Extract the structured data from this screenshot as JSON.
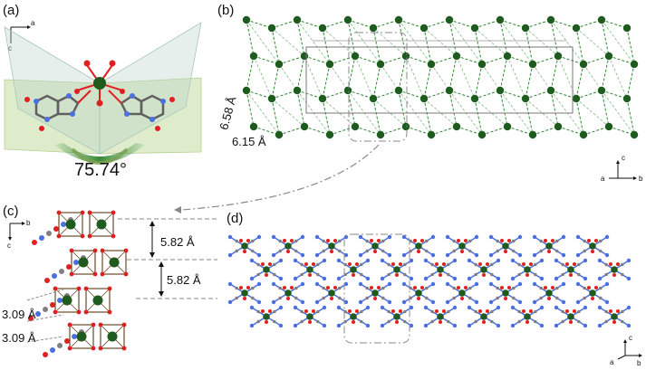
{
  "panels": {
    "a": {
      "label": "(a)",
      "axis_vertical": "c",
      "axis_horizontal": "a",
      "angle": "75.74°"
    },
    "b": {
      "label": "(b)",
      "dist_1": "6.58 Å",
      "dist_2": "6.15 Å",
      "axis_up": "c",
      "axis_left": "a",
      "axis_right": "b"
    },
    "c": {
      "label": "(c)",
      "axis_horizontal": "b",
      "axis_vertical": "c",
      "spacing_1": "5.82 Å",
      "spacing_2": "5.82 Å",
      "stack_1": "3.09 Å",
      "stack_2": "3.09 Å"
    },
    "d": {
      "label": "(d)",
      "axis_up": "c",
      "axis_right": "b",
      "axis_left": "a"
    }
  },
  "colors": {
    "metal": "#1f5a1f",
    "metal_dark": "#0f3d0f",
    "bond": "#2e8b2e",
    "oxygen": "#e02020",
    "nitrogen": "#4a6fe0",
    "carbon": "#808080",
    "plane": "#c5dca0",
    "plane_edge": "#a8c8b8",
    "dash": "#888888"
  }
}
